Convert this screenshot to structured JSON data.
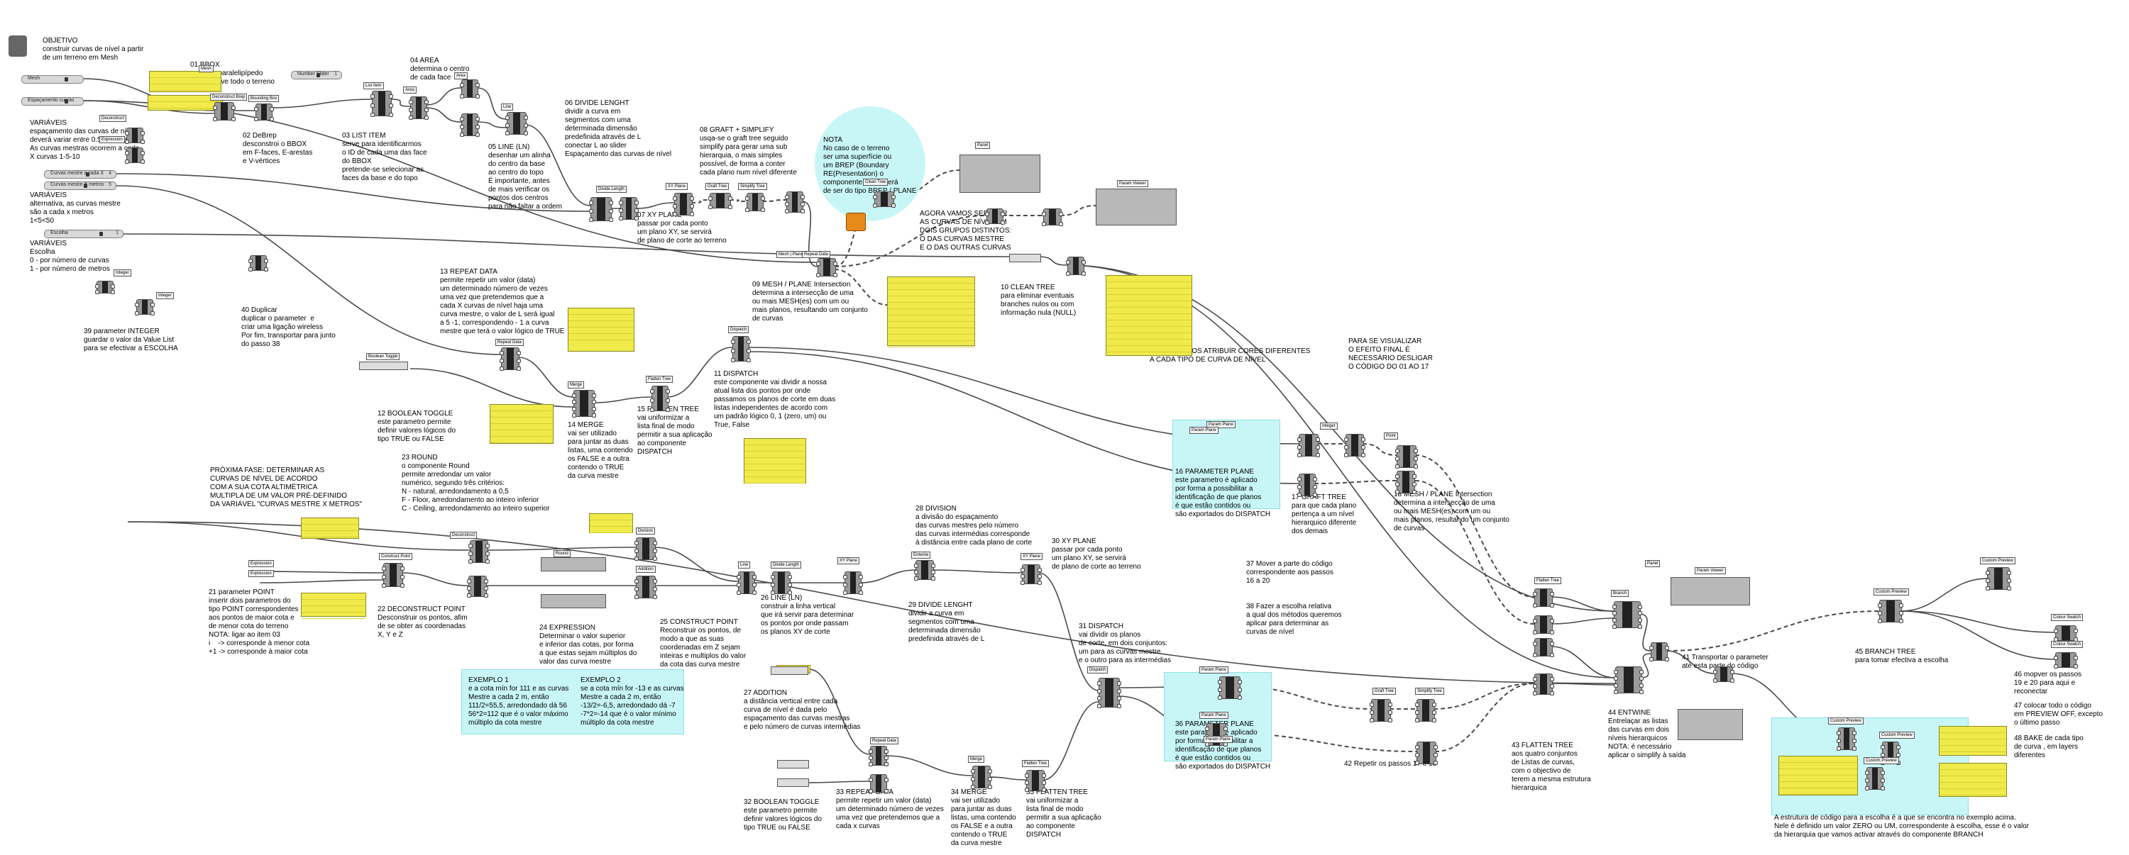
{
  "texts": [
    {
      "id": "objetivo",
      "lines": [
        "OBJETIVO",
        "construir curvas de nível a partir",
        "de um terreno em Mesh"
      ]
    },
    {
      "id": "t01",
      "lines": [
        "01 BBOX",
        "gera um paralelipípedo",
        "que envolve todo o terreno"
      ]
    },
    {
      "id": "t02",
      "lines": [
        "02 DeBrep",
        "desconstroi o BBOX",
        "em F-faces, E-arestas",
        "e V-vértices"
      ]
    },
    {
      "id": "t03",
      "lines": [
        "03 LIST ITEM",
        "serve para identificarmos",
        "o ID de cada uma das face",
        "do BBOX",
        "pretende-se selecionar as",
        "faces da base e do topo"
      ]
    },
    {
      "id": "t04",
      "lines": [
        "04 AREA",
        "determina o centro",
        "de cada face"
      ]
    },
    {
      "id": "t05",
      "lines": [
        "05 LINE (LN)",
        "desenhar um alinha",
        "do centro da base",
        "ao centro do topo",
        "É importante, antes",
        "de mais verificar os",
        "pontos dos centros",
        "para não faltar a ordem"
      ]
    },
    {
      "id": "t06",
      "lines": [
        "06 DIVIDE LENGHT",
        "dividir a curva em",
        "segmentos com uma",
        "determinada dimensão",
        "predefinida através de L",
        "conectar L ao slider",
        "Espaçamento das curvas de nível"
      ]
    },
    {
      "id": "t07",
      "lines": [
        "07 XY PLANE",
        "passar por cada ponto",
        "um plano XY, se servirá",
        "de plano de corte ao terreno"
      ]
    },
    {
      "id": "t08",
      "lines": [
        "08 GRAFT + SIMPLIFY",
        "usqa-se o graft tree seguido",
        "simplify para gerar uma sub",
        "hierarquia, o mais simples",
        "possível, de forma a conter",
        "cada plano num nível diferente"
      ]
    },
    {
      "id": "nota",
      "lines": [
        "NOTA",
        "No caso de o terreno",
        "ser uma superfície ou",
        "um BREP (Boundary",
        "RE(Presentation) o",
        "componente a usar terá",
        "de ser do tipo BREP / PLANE"
      ]
    },
    {
      "id": "separar",
      "lines": [
        "AGORA VAMOS SEPARAR",
        "AS CURVAS DE NÍVEL EM",
        "DOIS GRUPOS DISTINTOS:",
        "O DAS CURVAS MESTRE",
        "E O DAS OUTRAS CURVAS"
      ]
    },
    {
      "id": "var1",
      "lines": [
        "VARIÁVEIS",
        "espaçamento das curvas de nível",
        "deverá variar entre 0.5m e 20m",
        "As curvas mestras ocorrem a cada",
        "X curvas 1-5-10"
      ]
    },
    {
      "id": "var2",
      "lines": [
        "VARIÁVEIS",
        "alternativa, as curvas mestre",
        "são a cada x metros",
        "1<5<50"
      ]
    },
    {
      "id": "var3",
      "lines": [
        "VARIÁVEIS",
        "Escolha",
        "0 - por número de curvas",
        "1 - por número de metros"
      ]
    },
    {
      "id": "t09",
      "lines": [
        "09 MESH / PLANE Intersection",
        "determina a intersecção de uma",
        "ou mais MESH(es) com um ou",
        "mais planos, resultando um conjunto",
        "de curvas"
      ]
    },
    {
      "id": "t10",
      "lines": [
        "10 CLEAN TREE",
        "para eliminar eventuais",
        "branches nulos ou com",
        "informação nula (NULL)"
      ]
    },
    {
      "id": "t13",
      "lines": [
        "13 REPEAT DATA",
        "permite repetir um valor (data)",
        "um determinado número de vezes",
        "uma vez que pretendemos que a",
        "cada X curvas de nível haja uma",
        "curva mestre, o valor de L será igual",
        "a 5 -1, correspondendo - 1 a curva",
        "mestre que terá o valor lógico de TRUE"
      ]
    },
    {
      "id": "t40",
      "lines": [
        "40 Duplicar",
        "duplicar o parameter  e",
        "criar uma ligação wireless",
        "Por fim, transportar para junto",
        "do passo 38"
      ]
    },
    {
      "id": "t39",
      "lines": [
        "39 parameter INTEGER",
        "guardar o valor da Value List",
        "para se efectivar a ESCOLHA"
      ]
    },
    {
      "id": "cores",
      "lines": [
        "AGORA VAMOS ATRIBUÍR CORES DIFERENTES",
        "A CADA TIPO DE CURVA DE NÍVEL"
      ]
    },
    {
      "id": "visual",
      "lines": [
        "PARA SE VISUALIZAR",
        "O EFEITO FINAL É",
        "NECESSÁRIO DESLIGAR",
        "O CÓDIGO DO 01 AO 17"
      ]
    },
    {
      "id": "t11",
      "lines": [
        "11 DISPATCH",
        "este componente vai dividir a nossa",
        "atual lista dos pontos por onde",
        "passamos os planos de corte em duas",
        "listas independentes de acordo com",
        "um padrão lógico 0, 1 (zero, um) ou",
        "True, False"
      ]
    },
    {
      "id": "t12",
      "lines": [
        "12 BOOLEAN TOGGLE",
        "este parametro permite",
        "definir valores lógicos do",
        "tipo TRUE ou FALSE"
      ]
    },
    {
      "id": "t14",
      "lines": [
        "14 MERGE",
        "vai ser utilizado",
        "para juntar as duas",
        "listas, uma contendo",
        "os FALSE e a outra",
        "contendo o TRUE",
        "da curva mestre"
      ]
    },
    {
      "id": "t15",
      "lines": [
        "15 FLATTEN TREE",
        "vai uniformizar a",
        "lista final de modo",
        "permitir a sua aplicação",
        "ao componente",
        "DISPATCH"
      ]
    },
    {
      "id": "t16",
      "lines": [
        "16 PARAMETER PLANE",
        "este parametro é aplicado",
        "por forma a possibilitar a",
        "identificação de que planos",
        "é que estão contidos ou",
        "são exportados do DISPATCH"
      ]
    },
    {
      "id": "t17",
      "lines": [
        "17 GRAFT TREE",
        "para que cada plano",
        "pertença a um nível",
        "hierarquico diferente",
        "dos demais"
      ]
    },
    {
      "id": "t18",
      "lines": [
        "18 MESH / PLANE Intersection",
        "determina a intersecção de uma",
        "ou mais MESH(es) com um ou",
        "mais planos, resultando um conjunto",
        "de curvas"
      ]
    },
    {
      "id": "proxima",
      "lines": [
        "PRÓXIMA FASE: DETERMINAR AS",
        "CURVAS DE NÍVEL DE ACORDO",
        "COM A SUA COTA ALTIMÉTRICA",
        "MULTIPLA DE UM VALOR PRÉ-DEFINIDO",
        "DA VARIÁVEL \"CURVAS MESTRE X METROS\""
      ]
    },
    {
      "id": "t23",
      "lines": [
        "23 ROUND",
        "o componente Round",
        "permite arredondar um valor",
        "numérico, segundo três critérios:",
        "N - natural, arredondamento a 0,5",
        "F - Floor, arredondamento ao inteiro inferior",
        "C - Ceiling, arredondamento ao inteiro superior"
      ]
    },
    {
      "id": "t28",
      "lines": [
        "28 DIVISION",
        "a divisão do espaçamento",
        "das curvas mestres pelo número",
        "das curvas intermédias corresponde",
        "à distância entre cada plano de corte"
      ]
    },
    {
      "id": "t30",
      "lines": [
        "30 XY PLANE",
        "passar por cada ponto",
        "um plano XY, se servirá",
        "de plano de corte ao terreno"
      ]
    },
    {
      "id": "t37",
      "lines": [
        "37 Mover a parte do código",
        "correspondente aos passos",
        "16 a 20"
      ]
    },
    {
      "id": "t38",
      "lines": [
        "38 Fazer a escolha relativa",
        "a qual dos métodos queremos",
        "aplicar para determinar as",
        "curvas de nível"
      ]
    },
    {
      "id": "t21",
      "lines": [
        "21 parameter POINT",
        "inserir dois parametros do",
        "tipo POINT correspondentes",
        "aos pontos de maior cota e",
        "de menor cota do terreno",
        "NOTA: ligar ao item 03",
        "i    -> corresponde à menor cota",
        "+1 -> corresponde à maior cota"
      ]
    },
    {
      "id": "t22",
      "lines": [
        "22 DECONSTRUCT POINT",
        "Desconstruir os pontos, afim",
        "de se obter as coordenadas",
        "X, Y e Z"
      ]
    },
    {
      "id": "t24",
      "lines": [
        "24 EXPRESSION",
        "Determinar o valor superior",
        "e inferior das cotas, por forma",
        "a que estas sejam múltiplos do",
        "valor das curva mestre"
      ]
    },
    {
      "id": "t25",
      "lines": [
        "25 CONSTRUCT POINT",
        "Reconstruir os pontos, de",
        "modo a que as suas",
        "coordenadas em Z sejam",
        "inteiras e multiplos do valor",
        "da cota das curva mestre"
      ]
    },
    {
      "id": "t26",
      "lines": [
        "26 LINE (LN)",
        "construir a linha vertical",
        "que irá servir para determinar",
        "os pontos por onde passam",
        "os planos XY de corte"
      ]
    },
    {
      "id": "t29",
      "lines": [
        "29 DIVIDE LENGHT",
        "dividir a curva em",
        "segmentos com uma",
        "determinada dimensão",
        "predefinida através de L"
      ]
    },
    {
      "id": "t31",
      "lines": [
        "31 DISPATCH",
        "vai dividir os planos",
        "de corte, em dois conjuntos:",
        "um para as curvas mestre",
        "e o outro para as intermédias"
      ]
    },
    {
      "id": "t27",
      "lines": [
        "27 ADDITION",
        "a distância vertical entre cada",
        "curva de nível é dada pelo",
        "espaçamento das curvas mestras",
        "e pelo número de curvas intermédias"
      ]
    },
    {
      "id": "t32",
      "lines": [
        "32 BOOLEAN TOGGLE",
        "este parametro permite",
        "definir valores lógicos do",
        "tipo TRUE ou FALSE"
      ]
    },
    {
      "id": "t33",
      "lines": [
        "33 REPEAT DATA",
        "permite repetir um valor (data)",
        "um determinado número de vezes",
        "uma vez que pretendemos que a",
        "cada x curvas"
      ]
    },
    {
      "id": "t34",
      "lines": [
        "34 MERGE",
        "vai ser utilizado",
        "para juntar as duas",
        "listas, uma contendo",
        "os FALSE e a outra",
        "contendo o TRUE",
        "da curva mestre"
      ]
    },
    {
      "id": "t35",
      "lines": [
        "35 FLATTEN TREE",
        "vai uniformizar a",
        "lista final de modo",
        "permitir a sua aplicação",
        "ao componente",
        "DISPATCH"
      ]
    },
    {
      "id": "t36",
      "lines": [
        "36 PARAMETER PLANE",
        "este parametro é aplicado",
        "por forma a possibilitar a",
        "identificação de que planos",
        "é que estão contidos ou",
        "são exportados do DISPATCH"
      ]
    },
    {
      "id": "t42",
      "lines": [
        "42 Repetir os passos 17 e 18"
      ]
    },
    {
      "id": "t43",
      "lines": [
        "43 FLATTEN TREE",
        "aos quatro conjuntos",
        "de Listas de curvas,",
        "com o objectivo de",
        "terem a mesma estrutura",
        "hierarquica"
      ]
    },
    {
      "id": "t44",
      "lines": [
        "44 ENTWINE",
        "Entrelaçar as listas",
        "das curvas em dois",
        "níveis hierarquicos",
        "NOTA: é necessário",
        "aplicar o simplify à saída"
      ]
    },
    {
      "id": "t41",
      "lines": [
        "41 Transportar o parameter",
        "até esta parte do código"
      ]
    },
    {
      "id": "t45",
      "lines": [
        "45 BRANCH TREE",
        "para tomar efectiva a escolha"
      ]
    },
    {
      "id": "t46",
      "lines": [
        "46 mopver os passos",
        "19 e 20 para aqui e",
        "reconectar"
      ]
    },
    {
      "id": "t47",
      "lines": [
        "47 colocar todo o código",
        "em PREVIEW OFF, excepto",
        "o último passo"
      ]
    },
    {
      "id": "t48",
      "lines": [
        "48 BAKE de cada tipo",
        "de curva , em layers",
        "diferentes"
      ]
    },
    {
      "id": "ex1",
      "lines": [
        "EXEMPLO 1",
        "e a cota mín for 111 e as curvas",
        "Mestre a cada 2 m, então",
        "111/2=55,5, arredondado dá 56",
        "56*2=112 que é o valor máximo",
        "múltiplo da cota mestre"
      ]
    },
    {
      "id": "ex2",
      "lines": [
        "EXEMPLO 2",
        "se a cota mín for -13 e as curvas",
        "Mestre a cada 2 m, então",
        "-13/2=-6,5, arredondado dá -7",
        "-7*2=-14 que é o valor mínimo",
        "múltiplo da cota mestre"
      ]
    },
    {
      "id": "final",
      "lines": [
        "A estrutura de código para a escolha é a que se encontra no exemplo acima.",
        "Nele é definido um valor ZERO ou UM, correspondente à escolha, esse é o valor",
        "da hierarquia que vamos activar através do componente BRANCH"
      ]
    }
  ],
  "sliders": [
    {
      "id": "s1",
      "label": "Mesh",
      "value": ""
    },
    {
      "id": "s2",
      "label": "Espaçamento curvas",
      "value": ""
    },
    {
      "id": "s3",
      "label": "Curvas mestre a cada X",
      "value": "4"
    },
    {
      "id": "s4",
      "label": "Curvas mestre X metros",
      "value": "5"
    },
    {
      "id": "s5",
      "label": "Escolha",
      "value": "1"
    },
    {
      "id": "s6",
      "label": "Number Slider",
      "value": "1"
    }
  ],
  "tags": [
    "Mesh",
    "Bounding Box",
    "Deconstruct Brep",
    "List Item",
    "Area",
    "Line",
    "Divide Length",
    "XY Plane",
    "Graft Tree",
    "Simplify Tree",
    "Mesh | Plane",
    "Clean Tree",
    "Repeat Data",
    "Merge",
    "Flatten Tree",
    "Dispatch",
    "Boolean Toggle",
    "Param Plane",
    "Integer",
    "Point",
    "Deconstruct",
    "Expression",
    "Construct Point",
    "Round",
    "Division",
    "Addition",
    "Entwine",
    "Branch",
    "Custom Preview",
    "Colour Swatch",
    "Panel",
    "Param Viewer"
  ],
  "colors": {
    "panel": "#f0ea4a",
    "cyan": "#c8f6f7",
    "wire": "#4a4a4a",
    "component": "#9a9a9a"
  }
}
